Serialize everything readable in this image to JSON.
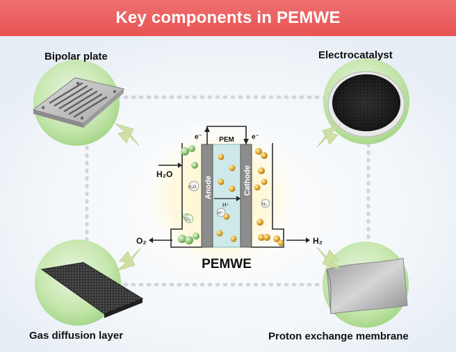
{
  "banner": {
    "title": "Key components in PEMWE"
  },
  "components": {
    "bipolar_plate": "Bipolar plate",
    "electrocatalyst": "Electrocatalyst",
    "gas_diffusion_layer": "Gas diffusion layer",
    "proton_exchange_membrane": "Proton exchange membrane"
  },
  "cell": {
    "title": "PEMWE",
    "anode": "Anode",
    "cathode": "Cathode",
    "pem": "PEM",
    "electron_left": "e⁻",
    "electron_right": "e⁻",
    "h2o_input": "H₂O",
    "o2_output": "O₂",
    "h2_output": "H₂",
    "proton": "H⁺",
    "water_molecule": "H₂O",
    "oxygen_molecule": "O₂",
    "proton_ion": "H⁺",
    "hydrogen_molecule": "H₂"
  },
  "colors": {
    "banner": "#e95a5a",
    "circle_green": "#a9d88f",
    "arrow": "#c7dd9a",
    "membrane": "#bfe3e6",
    "electrode": "#8a8a8a",
    "particle": "#e3a93a"
  }
}
